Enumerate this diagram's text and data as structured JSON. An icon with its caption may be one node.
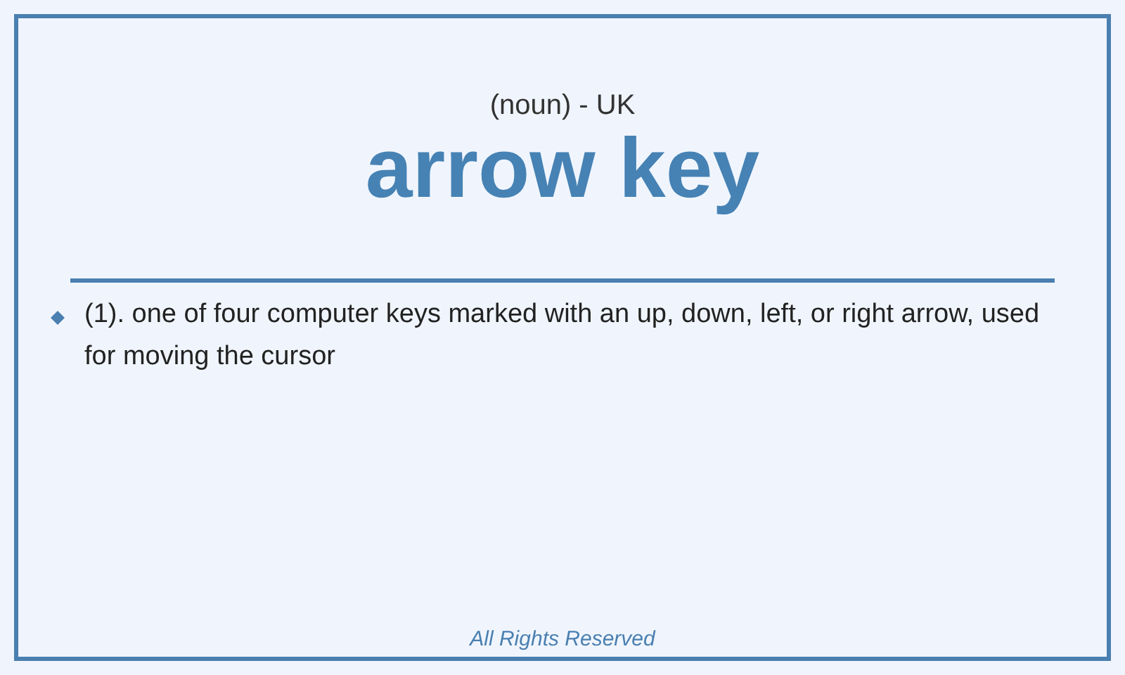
{
  "diagram": {
    "title": "arrow key",
    "labels": [
      "(noun) - UK",
      "(1). one of four computer keys marked with an up, down, left, or right arrow, used for moving the cursor",
      "All Rights Reserved"
    ]
  }
}
